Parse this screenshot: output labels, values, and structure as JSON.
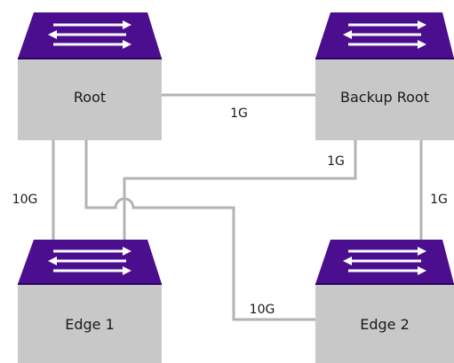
{
  "diagram": {
    "nodes": {
      "root": {
        "label": "Root"
      },
      "backup_root": {
        "label": "Backup Root"
      },
      "edge1": {
        "label": "Edge 1"
      },
      "edge2": {
        "label": "Edge 2"
      }
    },
    "links": {
      "root_backup": {
        "label": "1G"
      },
      "backup_edge1": {
        "label": "1G"
      },
      "backup_edge2": {
        "label": "1G"
      },
      "root_edge1": {
        "label": "10G"
      },
      "root_edge2": {
        "label": "10G"
      }
    },
    "colors": {
      "switch_top": "#4b0e8f",
      "switch_top_edge": "#2e0560",
      "switch_body": "#c8c8c8",
      "link": "#b3b3b3",
      "arrow": "#ffffff"
    },
    "icon": "network-switch-icon"
  }
}
